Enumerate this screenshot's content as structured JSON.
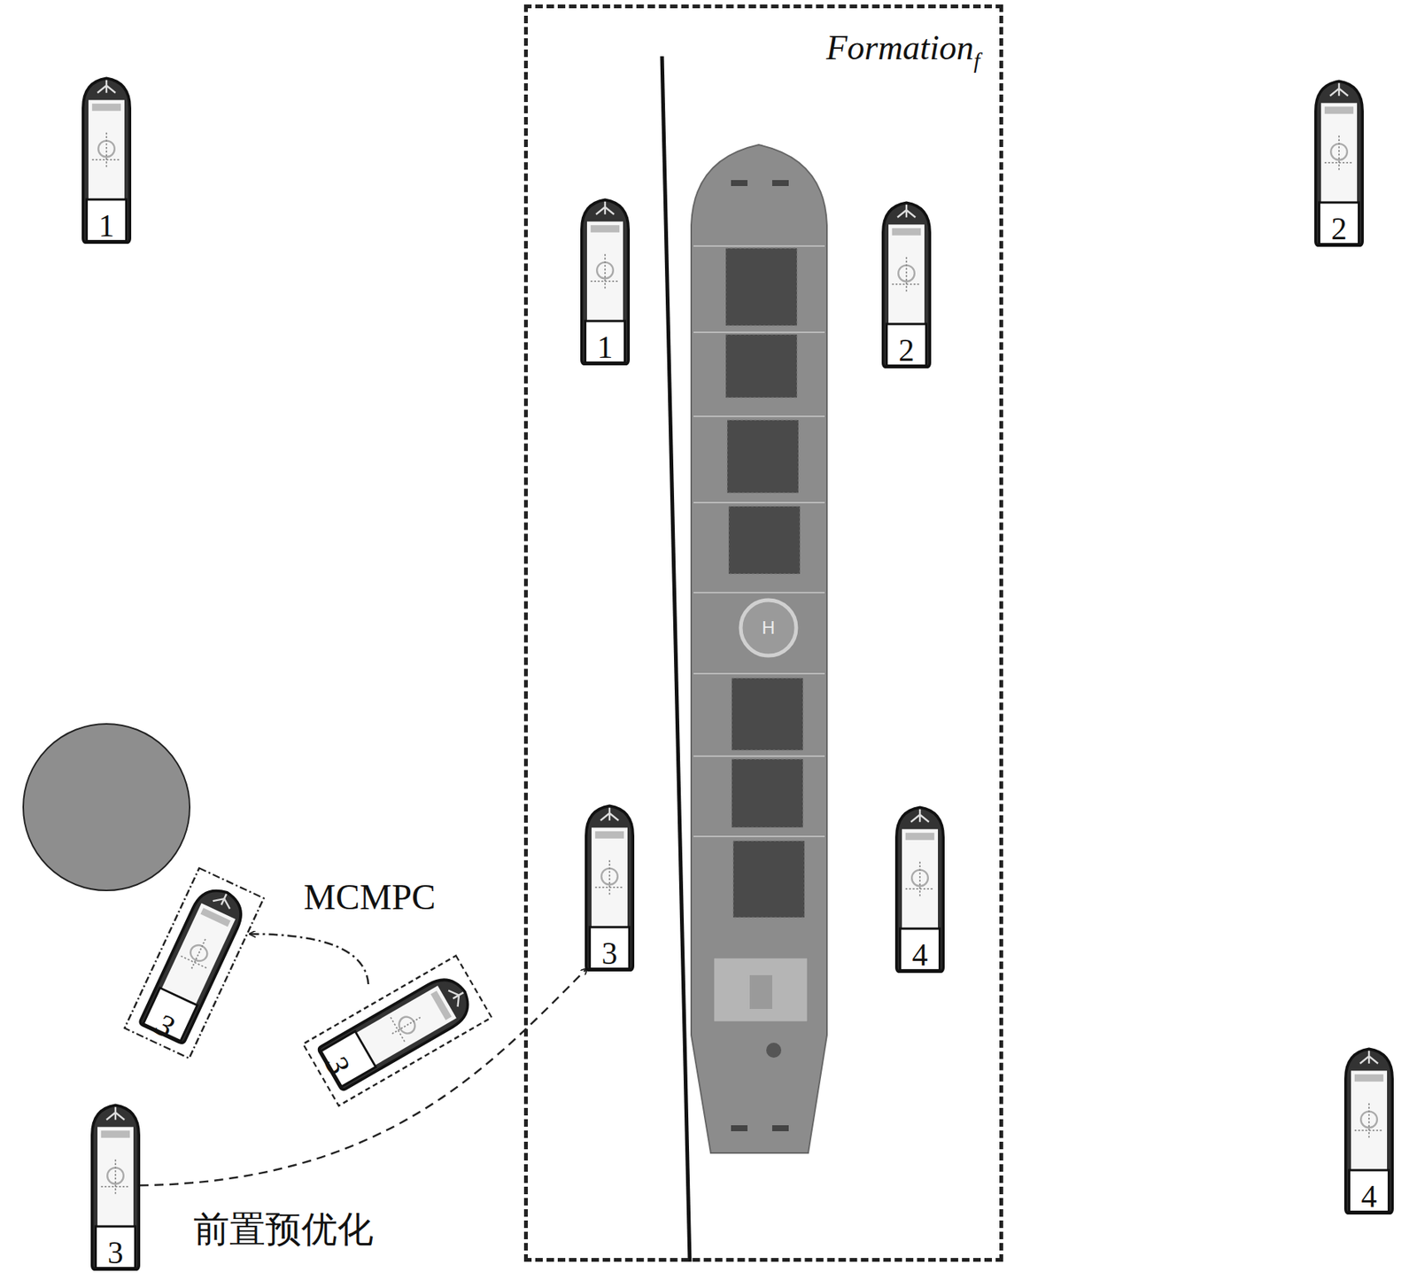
{
  "diagram": {
    "nodes": [
      {
        "text": [
          "Formation",
          "f"
        ]
      },
      {
        "text": [
          "1"
        ]
      },
      {
        "text": [
          "2"
        ]
      },
      {
        "text": [
          "1"
        ],
        "in": 0
      },
      {
        "text": [
          "2"
        ],
        "in": 0
      },
      {
        "text": [
          "3"
        ],
        "in": 0
      },
      {
        "text": [
          "4"
        ],
        "in": 0
      },
      {
        "text": [
          "3"
        ]
      },
      {
        "text": [
          "3"
        ]
      },
      {
        "text": [
          "3"
        ]
      },
      {
        "text": [
          "4"
        ]
      }
    ],
    "edges": [
      {
        "from": 9,
        "to": 5,
        "arrow": "to",
        "label": "前置预优化"
      },
      {
        "from": 8,
        "to": 7,
        "arrow": "to",
        "label": "MCMPC"
      }
    ],
    "labels": [
      "H"
    ]
  }
}
